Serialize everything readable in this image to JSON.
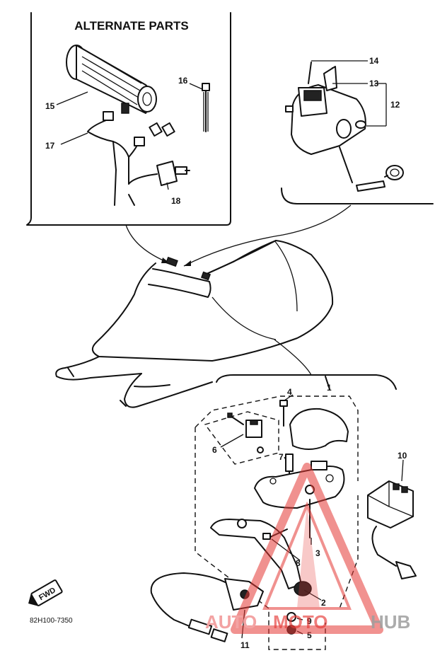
{
  "inset": {
    "title": "ALTERNATE PARTS"
  },
  "callouts": {
    "c1": "1",
    "c2": "2",
    "c3": "3",
    "c4": "4",
    "c5": "5",
    "c6": "6",
    "c7": "7",
    "c8": "8",
    "c9": "9",
    "c10": "10",
    "c11": "11",
    "c12": "12",
    "c13": "13",
    "c14": "14",
    "c15": "15",
    "c16": "16",
    "c17": "17",
    "c18": "18"
  },
  "drawing_ref": "82H100-7350",
  "watermark": {
    "text_a": "AUTO",
    "text_b": "MOTO",
    "text_c": "HUB",
    "color": "#e53935"
  },
  "badge": {
    "text": "FWD"
  }
}
